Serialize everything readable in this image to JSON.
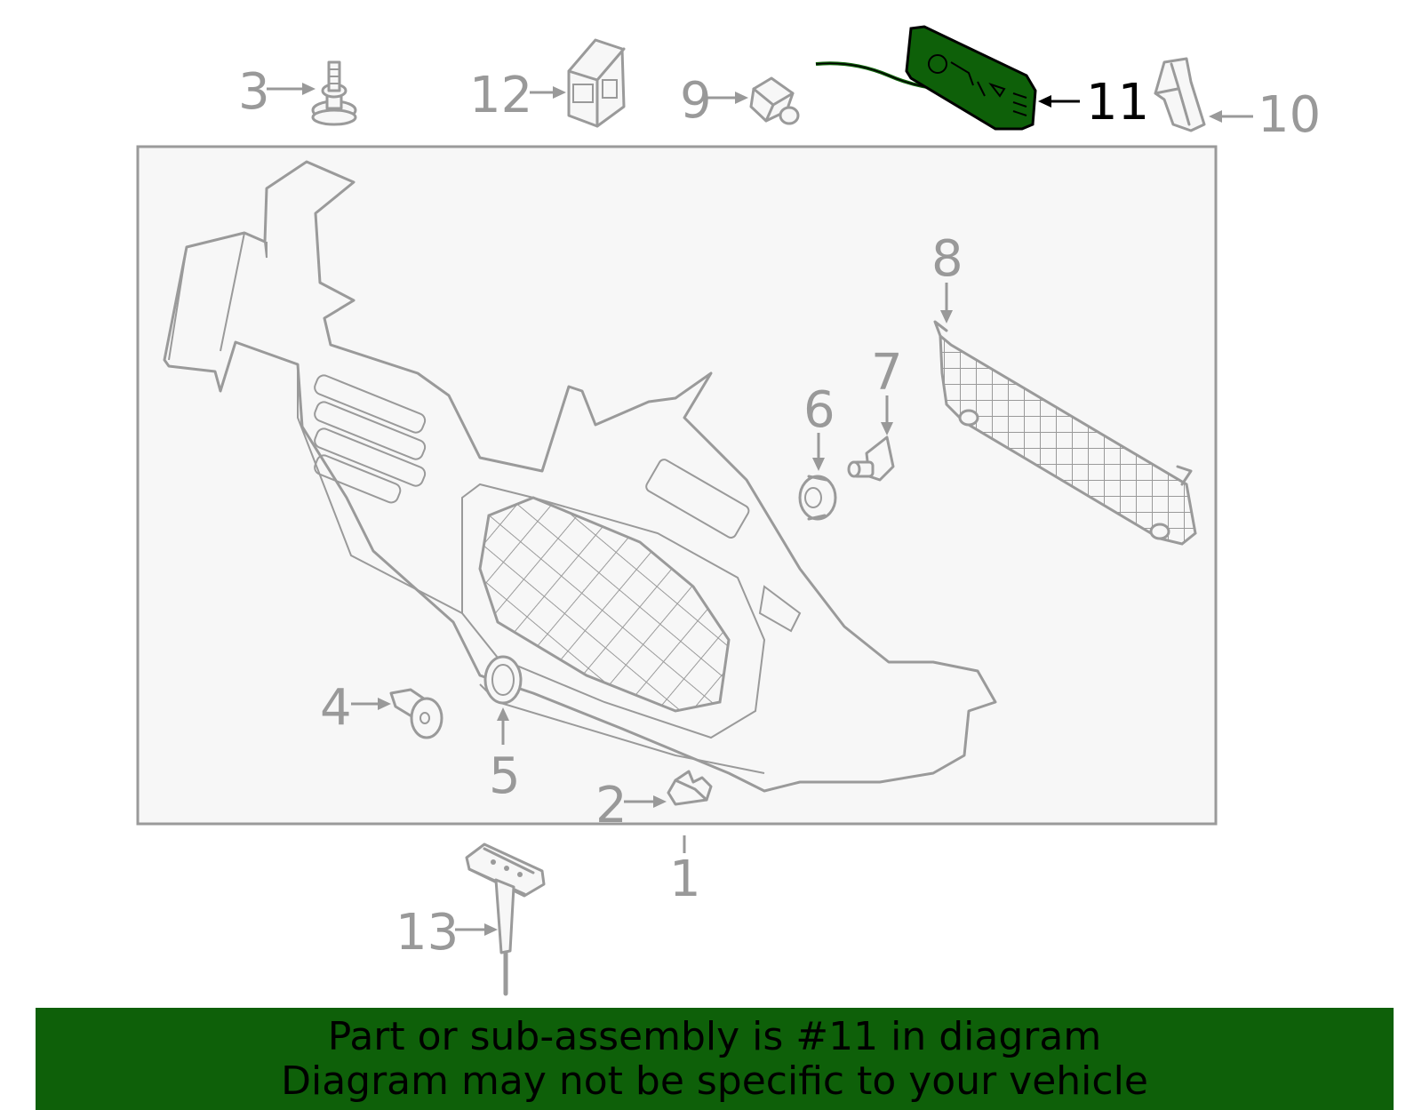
{
  "callouts": {
    "c1": "1",
    "c2": "2",
    "c3": "3",
    "c4": "4",
    "c5": "5",
    "c6": "6",
    "c7": "7",
    "c8": "8",
    "c9": "9",
    "c10": "10",
    "c11": "11",
    "c12": "12",
    "c13": "13"
  },
  "highlighted_part": "11",
  "colors": {
    "highlight": "#0e6009",
    "line": "#9a9a9a",
    "panel_bg": "#f7f7f7"
  },
  "banner": {
    "line1": "Part or sub-assembly is #11 in diagram",
    "line2": "Diagram may not be specific to your vehicle"
  }
}
